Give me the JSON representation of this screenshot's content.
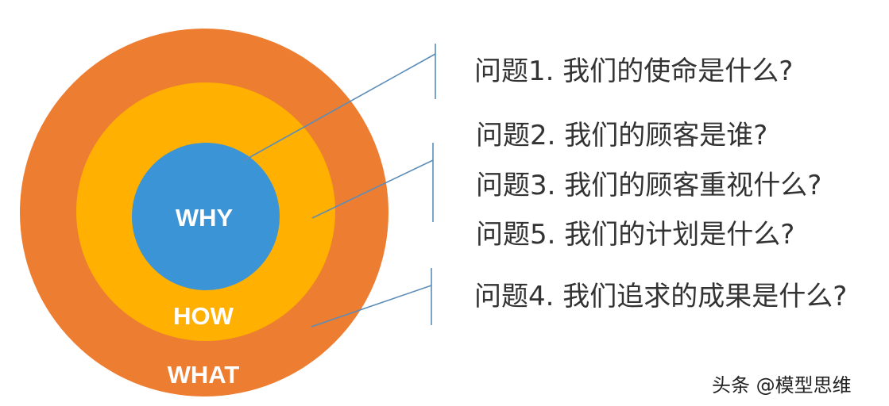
{
  "circles": {
    "outer": {
      "label": "WHAT",
      "color": "#ED7D31"
    },
    "middle": {
      "label": "HOW",
      "color": "#FFB000"
    },
    "inner": {
      "label": "WHY",
      "color": "#3A94D6"
    }
  },
  "connector_color": "#5B8DB8",
  "questions": [
    "问题1. 我们的使命是什么?",
    "问题2. 我们的顾客是谁?",
    "问题3. 我们的顾客重视什么?",
    "问题5. 我们的计划是什么?",
    "问题4. 我们追求的成果是什么?"
  ],
  "watermark": "头条 @模型思维"
}
